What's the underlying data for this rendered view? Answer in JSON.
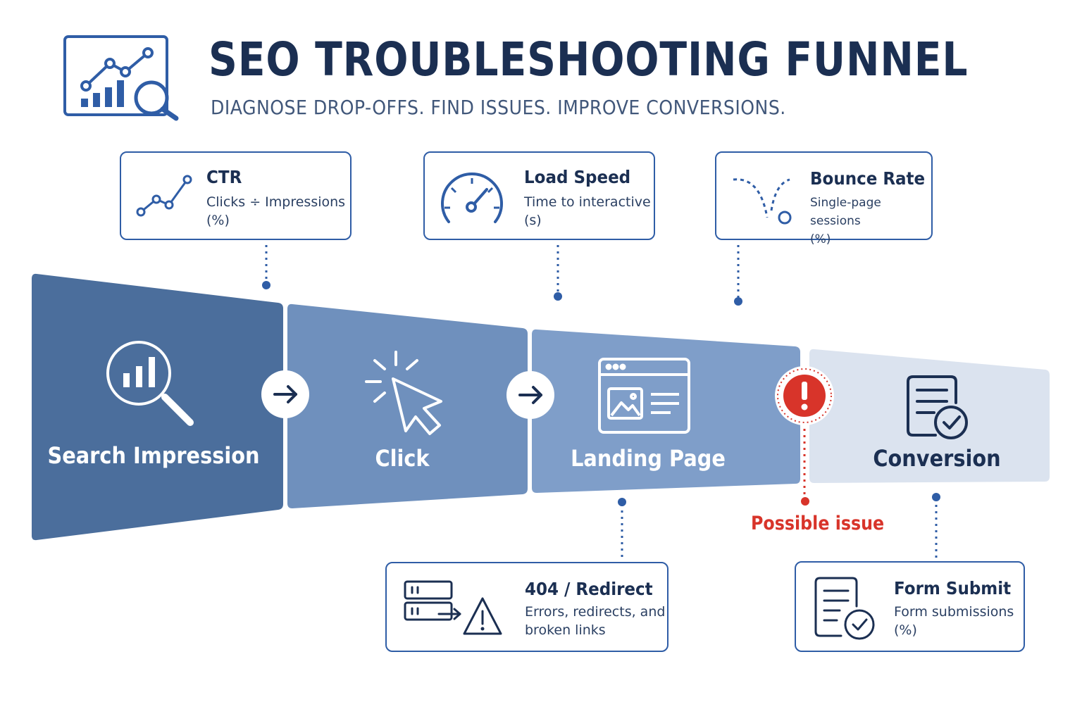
{
  "header": {
    "title": "SEO TROUBLESHOOTING FUNNEL",
    "subtitle": "DIAGNOSE DROP-OFFS. FIND ISSUES. IMPROVE CONVERSIONS.",
    "logo_icon": "analytics-magnifier-icon"
  },
  "colors": {
    "navy": "#1b2f52",
    "accent_blue": "#2f5da6",
    "stage_1": "#4b6e9c",
    "stage_2": "#6f90bd",
    "stage_3": "#7f9ec9",
    "stage_4": "#dbe3ef",
    "issue_red": "#d8342a"
  },
  "metrics_top": [
    {
      "title": "CTR",
      "desc_line1": "Clicks ÷ Impressions",
      "desc_line2": "(%)",
      "icon": "trend-line-icon"
    },
    {
      "title": "Load Speed",
      "desc_line1": "Time to interactive",
      "desc_line2": "(s)",
      "icon": "speedometer-icon"
    },
    {
      "title": "Bounce Rate",
      "desc_line1": "Single-page sessions",
      "desc_line2": "(%)",
      "icon": "bounce-icon"
    }
  ],
  "stages": [
    {
      "label": "Search Impression",
      "icon": "search-chart-icon"
    },
    {
      "label": "Click",
      "icon": "cursor-click-icon"
    },
    {
      "label": "Landing Page",
      "icon": "browser-window-icon"
    },
    {
      "label": "Conversion",
      "icon": "document-check-icon"
    }
  ],
  "issue": {
    "label": "Possible issue",
    "icon": "alert-icon"
  },
  "metrics_bottom": [
    {
      "title": "404 / Redirect",
      "desc_line1": "Errors, redirects, and",
      "desc_line2": "broken links",
      "icon": "server-warning-icon"
    },
    {
      "title": "Form Submit",
      "desc_line1": "Form submissions",
      "desc_line2": "(%)",
      "icon": "form-check-icon"
    }
  ]
}
